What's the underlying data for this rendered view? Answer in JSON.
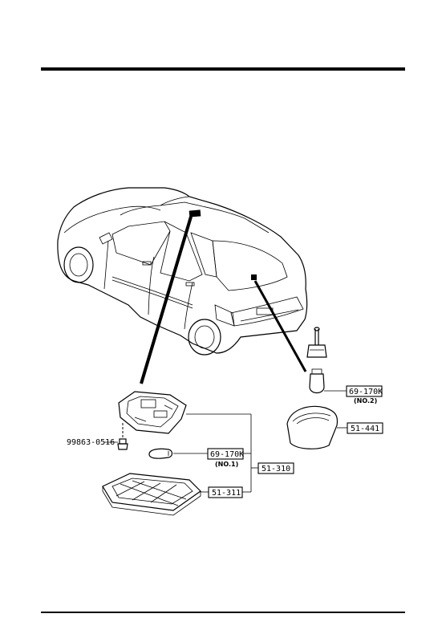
{
  "labels": {
    "bulb_no2": "69-170K",
    "bulb_no2_note": "(NO.2)",
    "lens_cover": "51-441",
    "screw": "99863-0516",
    "bulb_no1": "69-170K",
    "bulb_no1_note": "(NO.1)",
    "assembly": "51-310",
    "lens": "51-311"
  },
  "colors": {
    "ink": "#000000",
    "paper": "#ffffff"
  }
}
